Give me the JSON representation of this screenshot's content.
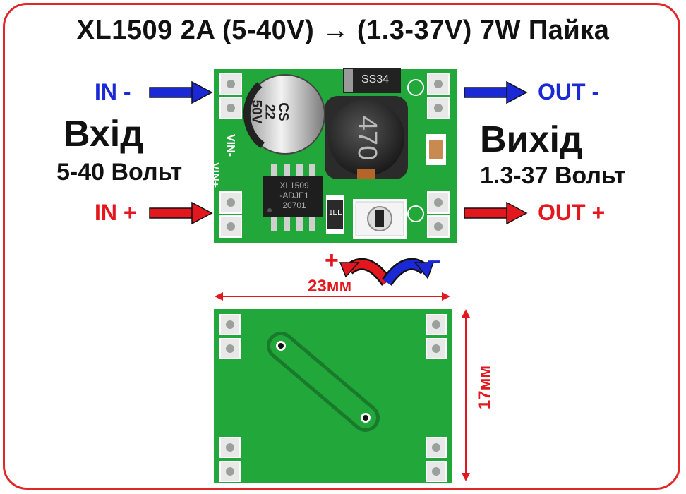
{
  "title": "XL1509  2A (5-40V) → (1.3-37V) 7W Пайка",
  "labels": {
    "in_minus": "IN -",
    "in_plus": "IN +",
    "out_minus": "OUT -",
    "out_plus": "OUT +",
    "input_title": "Вхід",
    "input_range": "5-40 Вольт",
    "output_title": "Вихід",
    "output_range": "1.3-37 Вольт",
    "adjust_plus": "+",
    "adjust_minus": "–"
  },
  "board": {
    "capacitor_lines": [
      "CS",
      "22",
      "50V"
    ],
    "inductor_text": "470",
    "diode_text": "SS34",
    "chip_lines": [
      "XL1509",
      "-ADJE1",
      "20701"
    ],
    "vin_plus": "VIN+",
    "vin_minus": "VIN-",
    "small_part": "1EE",
    "out_minus_symbol": "⊖",
    "out_plus_symbol": "⊕"
  },
  "dimensions": {
    "width": "23мм",
    "height": "17мм"
  },
  "colors": {
    "frame": "#e0282a",
    "pcb": "#22a83a",
    "arrow_red": "#e3181e",
    "arrow_blue": "#1b28d6"
  }
}
